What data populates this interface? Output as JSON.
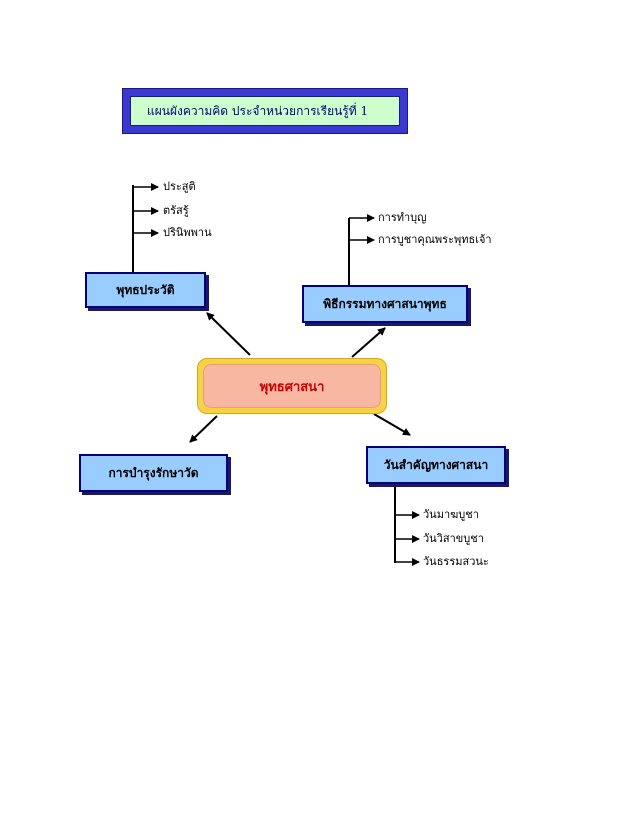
{
  "title": "แผนผังความคิด ประจำหน่วยการเรียนรู้ที่ 1",
  "center": "พุทธศาสนา",
  "branches": {
    "biography": {
      "label": "พุทธประวัติ",
      "items": [
        "ประสูติ",
        "ตรัสรู้",
        "ปรินิพพาน"
      ]
    },
    "rituals": {
      "label": "พิธีกรรมทางศาสนาพุทธ",
      "items": [
        "การทำบุญ",
        "การบูชาคุณพระพุทธเจ้า"
      ]
    },
    "temple": {
      "label": "การบำรุงรักษาวัด"
    },
    "holidays": {
      "label": "วันสำคัญทางศาสนา",
      "items": [
        "วันมาฆบูชา",
        "วันวิสาขบูชา",
        "วันธรรมสวนะ"
      ]
    }
  },
  "colors": {
    "box_fill": "#99ccff",
    "box_border": "#000080",
    "title_fill": "#ccffcc",
    "center_text": "#cc0000"
  }
}
